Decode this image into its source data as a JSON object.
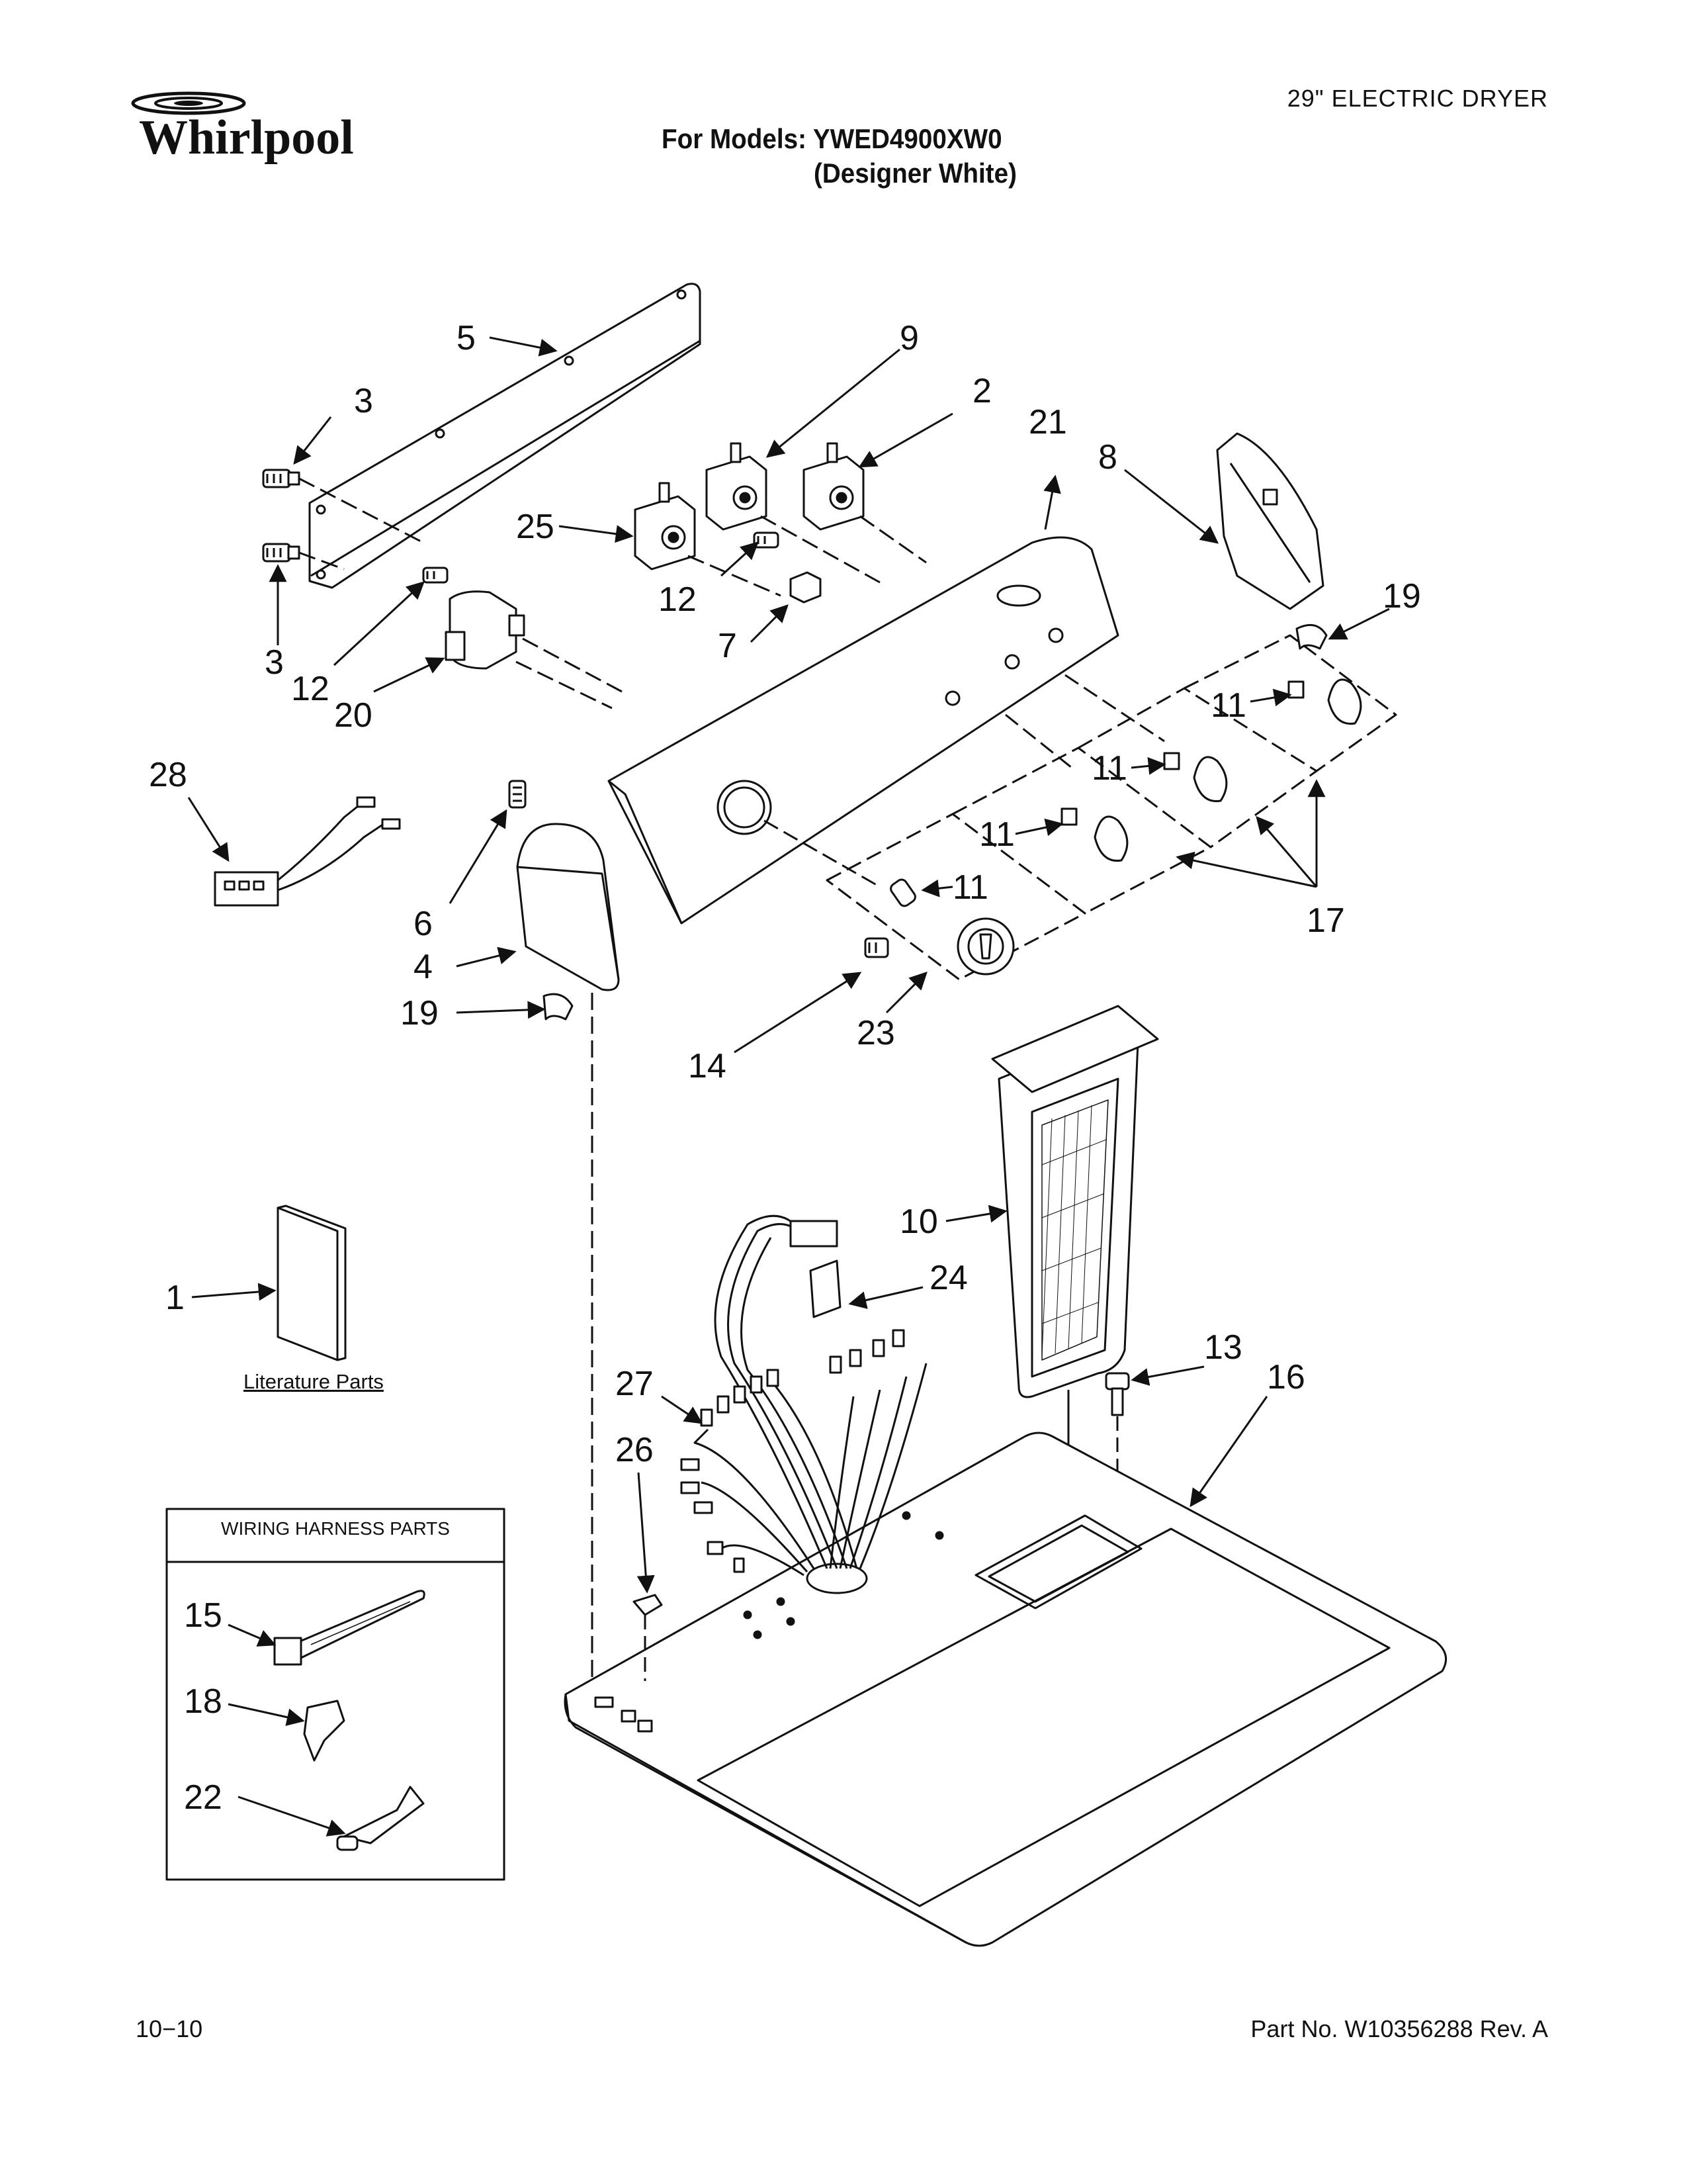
{
  "header": {
    "logo_text": "Whirlpool",
    "product_type": "29\" ELECTRIC DRYER",
    "models_line": "For Models: YWED4900XW0",
    "variant_line": "(Designer White)"
  },
  "literature_label": "Literature Parts",
  "wiring_box": {
    "title": "WIRING HARNESS PARTS"
  },
  "callouts": {
    "c1": "1",
    "c2": "2",
    "c3a": "3",
    "c3b": "3",
    "c4": "4",
    "c5": "5",
    "c6": "6",
    "c7": "7",
    "c8": "8",
    "c9": "9",
    "c10": "10",
    "c11a": "11",
    "c11b": "11",
    "c11c": "11",
    "c11d": "11",
    "c12a": "12",
    "c12b": "12",
    "c13": "13",
    "c14": "14",
    "c15": "15",
    "c16": "16",
    "c17": "17",
    "c18": "18",
    "c19a": "19",
    "c19b": "19",
    "c20": "20",
    "c21": "21",
    "c22": "22",
    "c23": "23",
    "c24": "24",
    "c25": "25",
    "c26": "26",
    "c27": "27",
    "c28": "28"
  },
  "footer": {
    "date_code": "10−10",
    "part_number": "Part No. W10356288 Rev. A"
  }
}
